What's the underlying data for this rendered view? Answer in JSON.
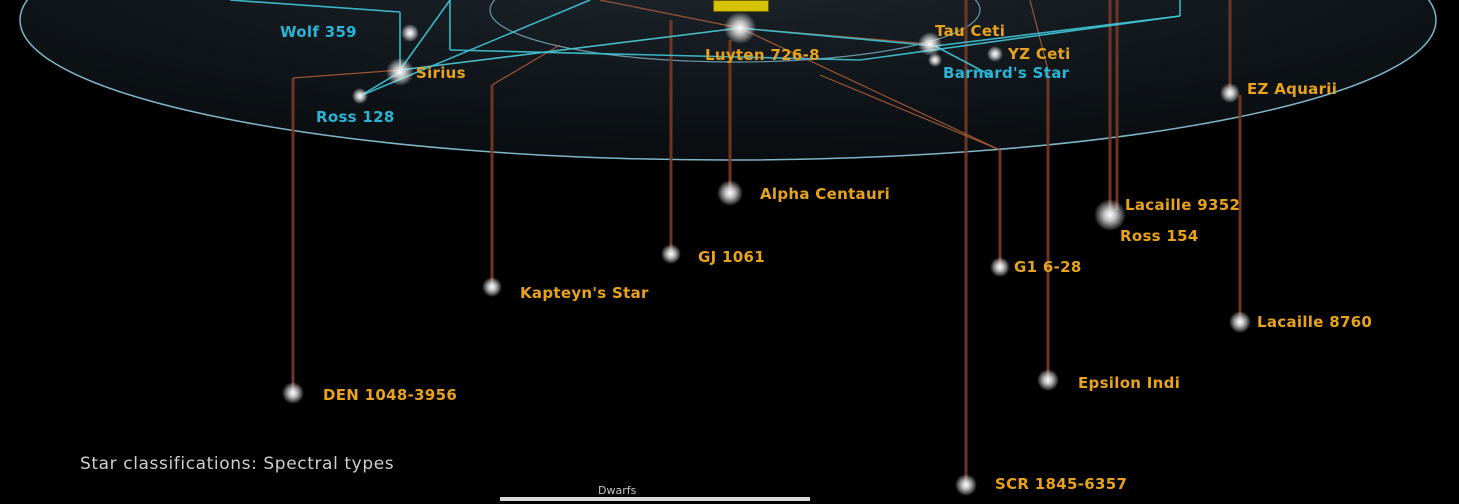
{
  "stars": [
    {
      "id": "wolf359",
      "name": "Wolf 359",
      "color": "cyan"
    },
    {
      "id": "sirius",
      "name": "Sirius",
      "color": "orange"
    },
    {
      "id": "ross128",
      "name": "Ross 128",
      "color": "cyan"
    },
    {
      "id": "luyten",
      "name": "Luyten 726-8",
      "color": "orange"
    },
    {
      "id": "tauceti",
      "name": "Tau Ceti",
      "color": "orange"
    },
    {
      "id": "yzceti",
      "name": "YZ Ceti",
      "color": "orange"
    },
    {
      "id": "barnard",
      "name": "Barnard's Star",
      "color": "cyan"
    },
    {
      "id": "ezaquarii",
      "name": "EZ Aquarii",
      "color": "orange"
    },
    {
      "id": "alphacen",
      "name": "Alpha Centauri",
      "color": "orange"
    },
    {
      "id": "lacaille9352",
      "name": "Lacaille 9352",
      "color": "orange"
    },
    {
      "id": "ross154",
      "name": "Ross 154",
      "color": "orange"
    },
    {
      "id": "gj1061",
      "name": "GJ 1061",
      "color": "orange"
    },
    {
      "id": "g628",
      "name": "G1 6-28",
      "color": "orange"
    },
    {
      "id": "kapteyn",
      "name": "Kapteyn's Star",
      "color": "orange"
    },
    {
      "id": "lacaille8760",
      "name": "Lacaille 8760",
      "color": "orange"
    },
    {
      "id": "epsindi",
      "name": "Epsilon Indi",
      "color": "orange"
    },
    {
      "id": "den1048",
      "name": "DEN 1048-3956",
      "color": "orange"
    },
    {
      "id": "scr1845",
      "name": "SCR 1845-6357",
      "color": "orange"
    }
  ],
  "legend": {
    "title": "Star classifications: Spectral types",
    "subtitle": "Dwarfs"
  },
  "colors": {
    "background": "#000000",
    "orange_label": "#e8a21c",
    "cyan_label": "#2ab4d6",
    "drop_line": "#7a3a22",
    "plane_ring": "#7fb6c9",
    "cyan_link": "#3fc6d8",
    "sun": "#d6c200"
  }
}
